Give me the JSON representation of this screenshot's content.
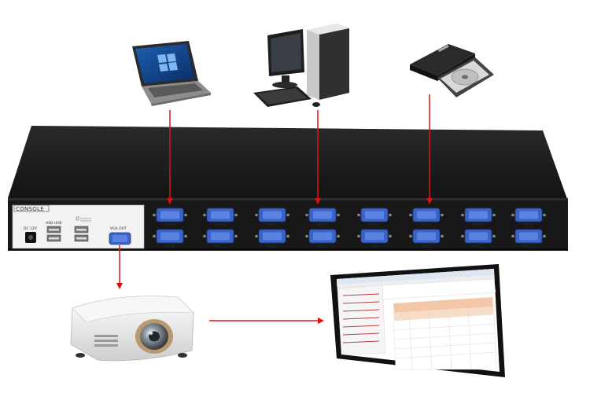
{
  "diagram": {
    "console_panel": {
      "title": "CONSOLE",
      "dc_label": "DC 12V",
      "usb_label": "USB HUB",
      "vga_out_label": "VGA OUT"
    },
    "pc_ports_top": [
      "PC16",
      "PC15",
      "PC14",
      "PC13",
      "PC12",
      "PC11",
      "PC10",
      "PC9"
    ],
    "pc_ports_bottom": [
      "PC8",
      "PC7",
      "PC6",
      "PC5",
      "PC4",
      "PC3",
      "PC2",
      "PC1"
    ],
    "devices": [
      "laptop-icon",
      "desktop-pc-icon",
      "optical-drive-icon",
      "projector-icon",
      "projection-screen-icon"
    ],
    "colors": {
      "arrow": "#e01010",
      "chassis": "#1c1c1c",
      "vga_port": "#3a63c8",
      "console_panel": "#f2f2f2"
    }
  }
}
